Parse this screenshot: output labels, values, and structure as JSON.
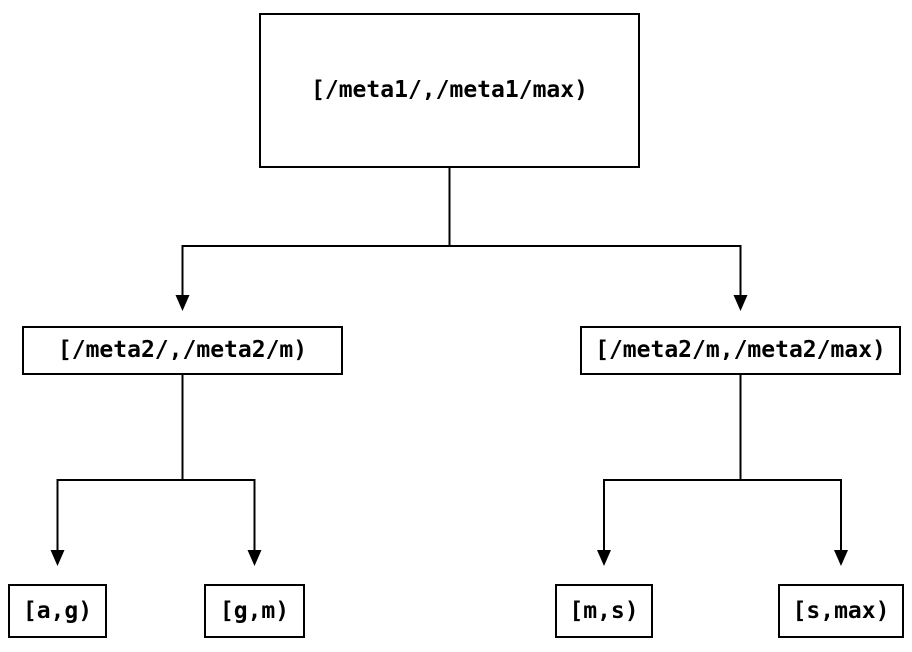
{
  "diagram": {
    "kind": "interval-partition-tree",
    "background_color": "#ffffff",
    "line_color": "#000000",
    "text_color": "#000000",
    "nodes": {
      "root": {
        "label": "[/meta1/,/meta1/max)",
        "level": 0
      },
      "meta2_low": {
        "label": "[/meta2/,/meta2/m)",
        "level": 1
      },
      "meta2_high": {
        "label": "[/meta2/m,/meta2/max)",
        "level": 1
      },
      "leaf_a_g": {
        "label": "[a,g)",
        "level": 2
      },
      "leaf_g_m": {
        "label": "[g,m)",
        "level": 2
      },
      "leaf_m_s": {
        "label": "[m,s)",
        "level": 2
      },
      "leaf_s_max": {
        "label": "[s,max)",
        "level": 2
      }
    },
    "edges": [
      {
        "from": "root",
        "to": "meta2_low",
        "arrow": "down"
      },
      {
        "from": "root",
        "to": "meta2_high",
        "arrow": "down"
      },
      {
        "from": "meta2_low",
        "to": "leaf_a_g",
        "arrow": "down"
      },
      {
        "from": "meta2_low",
        "to": "leaf_g_m",
        "arrow": "down"
      },
      {
        "from": "meta2_high",
        "to": "leaf_m_s",
        "arrow": "down"
      },
      {
        "from": "meta2_high",
        "to": "leaf_s_max",
        "arrow": "down"
      }
    ]
  }
}
